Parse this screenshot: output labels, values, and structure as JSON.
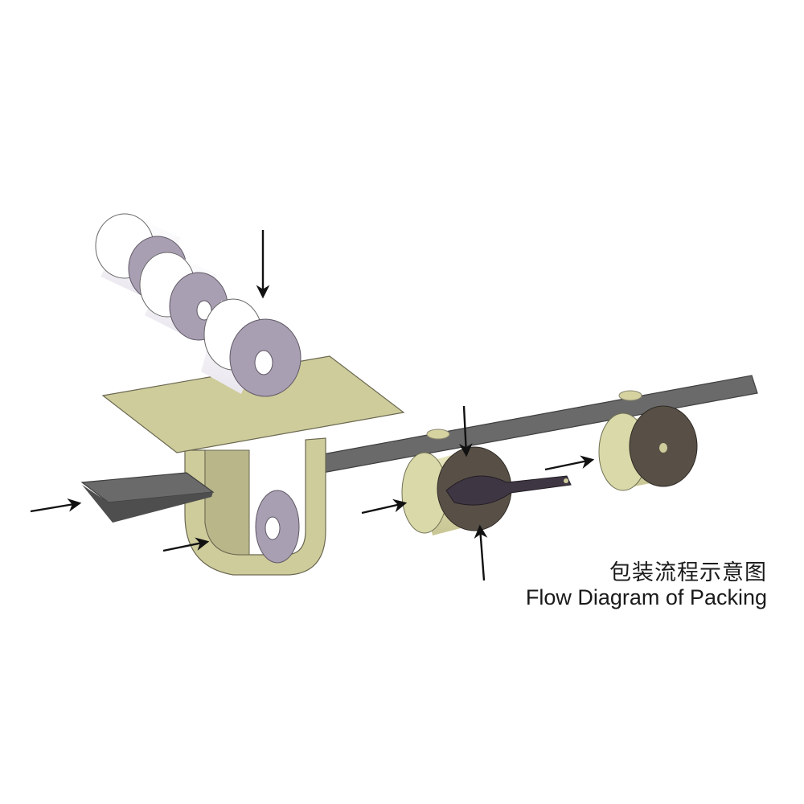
{
  "caption": {
    "chinese": "包装流程示意图",
    "english": "Flow Diagram of Packing"
  },
  "colors": {
    "background": "#ffffff",
    "film": "#cfcc9c",
    "film_dark": "#b8b485",
    "roll_face": "#a99fb2",
    "roll_body": "#ffffff",
    "conveyor": "#6a6a6a",
    "product_roll": "#d9d9a9",
    "product_roll_end": "#585046",
    "wrapper_arm": "#3f3643",
    "arrow": "#111111"
  },
  "icons": {
    "input_rolls": "tissue-roll-stack",
    "arrows": "flow-arrow"
  }
}
